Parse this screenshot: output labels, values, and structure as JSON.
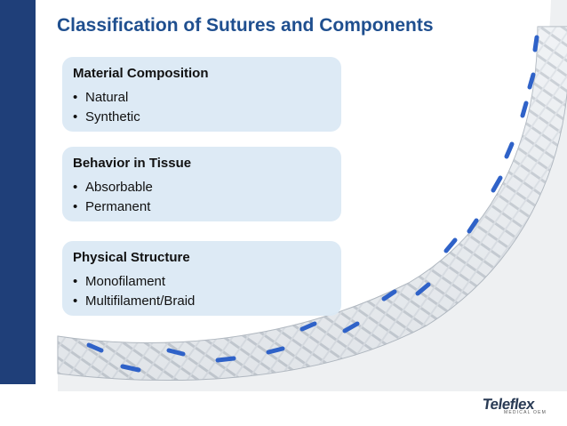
{
  "title": "Classification of Sutures and Components",
  "cards": [
    {
      "heading": "Material Composition",
      "items": [
        "Natural",
        "Synthetic"
      ]
    },
    {
      "heading": "Behavior in Tissue",
      "items": [
        "Absorbable",
        "Permanent"
      ]
    },
    {
      "heading": "Physical Structure",
      "items": [
        "Monofilament",
        "Multifilament/Braid"
      ]
    }
  ],
  "logo": {
    "name": "Teleflex",
    "tagline": "MEDICAL OEM"
  },
  "colors": {
    "accent_bar": "#1f3f79",
    "title": "#1f4f8f",
    "card_fill": "#dce9f5",
    "suture_blue": "#2f62c8"
  },
  "image": {
    "subject": "braided-suture-icon"
  }
}
